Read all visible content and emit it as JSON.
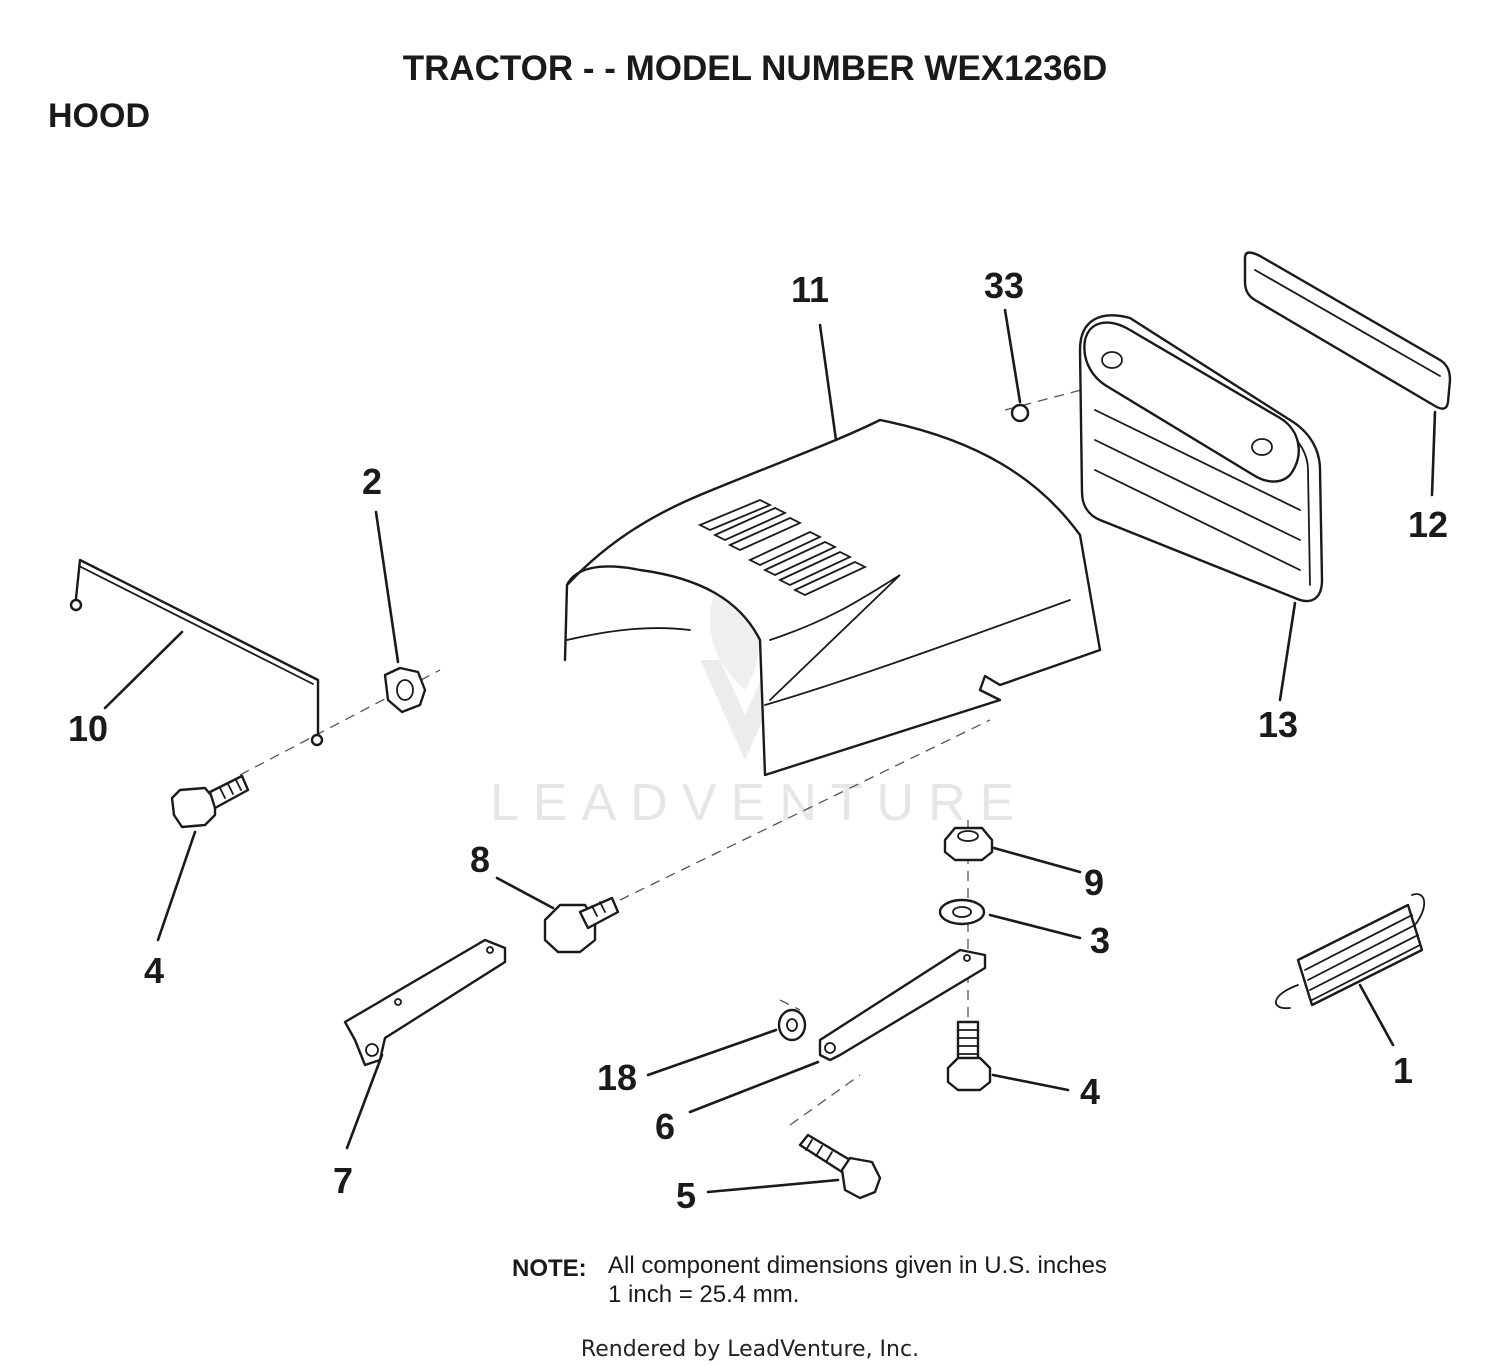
{
  "title": "TRACTOR - - MODEL NUMBER WEX1236D",
  "section": "HOOD",
  "callouts": [
    {
      "id": "c11",
      "label": "11"
    },
    {
      "id": "c33",
      "label": "33"
    },
    {
      "id": "c12",
      "label": "12"
    },
    {
      "id": "c2",
      "label": "2"
    },
    {
      "id": "c10",
      "label": "10"
    },
    {
      "id": "c13",
      "label": "13"
    },
    {
      "id": "c4a",
      "label": "4"
    },
    {
      "id": "c8",
      "label": "8"
    },
    {
      "id": "c9",
      "label": "9"
    },
    {
      "id": "c3",
      "label": "3"
    },
    {
      "id": "c18",
      "label": "18"
    },
    {
      "id": "c6",
      "label": "6"
    },
    {
      "id": "c4b",
      "label": "4"
    },
    {
      "id": "c1",
      "label": "1"
    },
    {
      "id": "c7",
      "label": "7"
    },
    {
      "id": "c5",
      "label": "5"
    }
  ],
  "note": {
    "label": "NOTE:",
    "line1": "All component dimensions given in U.S. inches",
    "line2": "1 inch = 25.4 mm."
  },
  "watermark": "LEADVENTURE",
  "footer": "Rendered by LeadVenture, Inc."
}
